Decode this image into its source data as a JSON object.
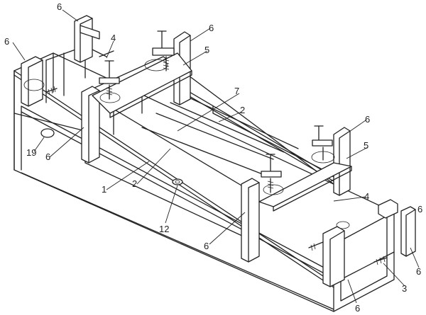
{
  "reference_numerals": {
    "n6a": "6",
    "n6b": "6",
    "n6c": "6",
    "n6d": "6",
    "n6e": "6",
    "n6f": "6",
    "n6g": "6",
    "n6h": "6",
    "n6i": "6",
    "n4a": "4",
    "n4b": "4",
    "n5a": "5",
    "n5b": "5",
    "n7": "7",
    "n2a": "2",
    "n2b": "2",
    "n1": "1",
    "n19": "19",
    "n12": "12",
    "n3": "3"
  }
}
